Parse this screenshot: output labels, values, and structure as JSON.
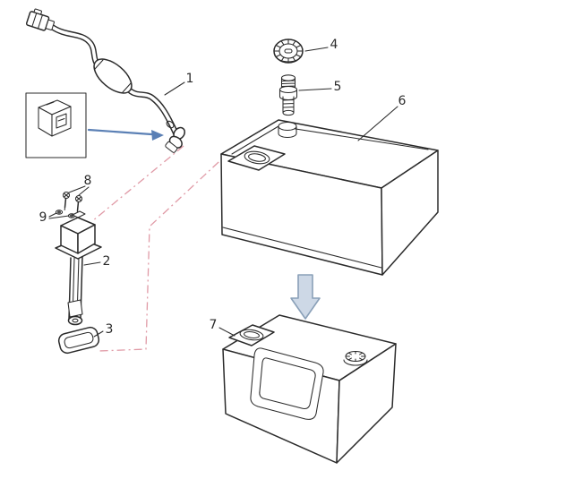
{
  "diagram": {
    "callouts": [
      "1",
      "2",
      "3",
      "4",
      "5",
      "6",
      "7",
      "8",
      "9"
    ]
  },
  "colors": {
    "ink": "#2b2b2b",
    "dash_pink": "#e09aa6",
    "pointer_blue": "#5b80b5",
    "arrow_fill": "#cdd8e6",
    "arrow_stroke": "#8aa0b8",
    "background": "#ffffff"
  }
}
